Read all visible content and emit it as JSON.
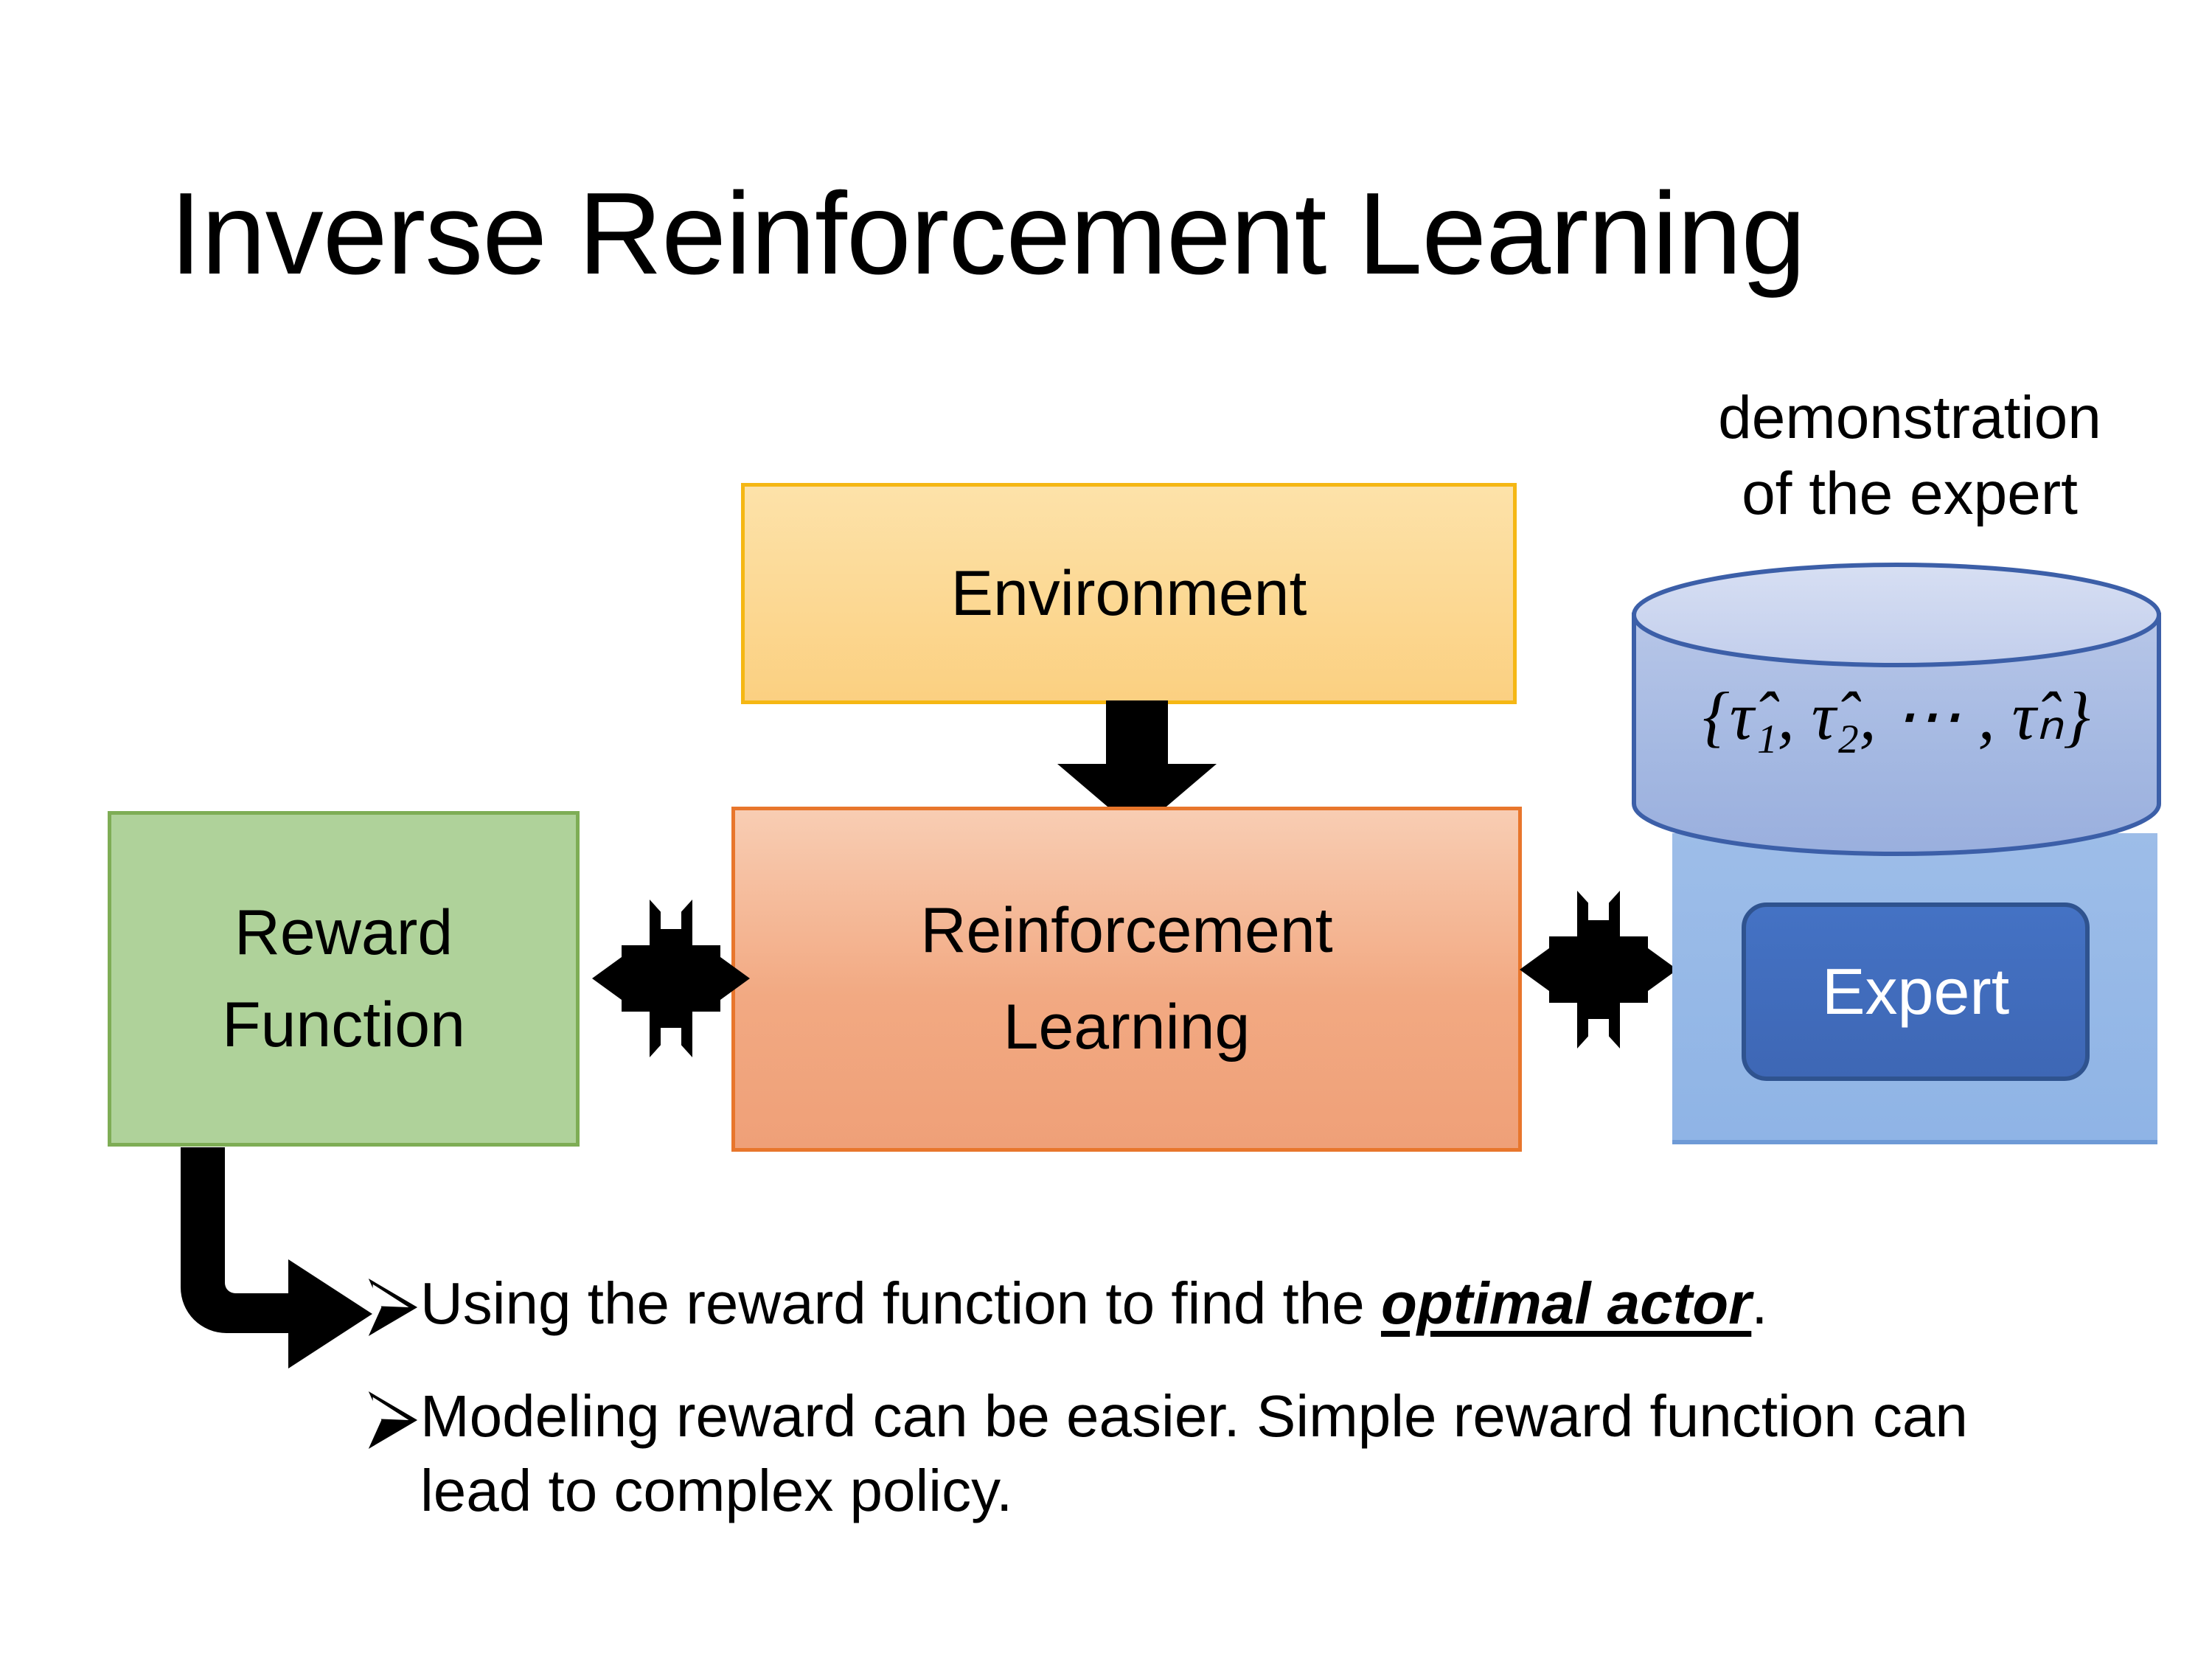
{
  "slide": {
    "title": "Inverse Reinforcement Learning",
    "background_color": "#FFFFFF"
  },
  "diagram": {
    "caption": {
      "line1": "demonstration",
      "line2": "of the expert"
    },
    "nodes": {
      "environment": {
        "label": "Environment",
        "fill_color": "#FBD081",
        "border_color": "#F5B714"
      },
      "reinforcement_learning": {
        "label_line1": "Reinforcement",
        "label_line2": "Learning",
        "fill_color": "#F2A982",
        "border_color": "#E8762C"
      },
      "reward_function": {
        "label_line1": "Reward",
        "label_line2": "Function",
        "fill_color": "#AFD29A",
        "border_color": "#7EAD55"
      },
      "expert": {
        "label": "Expert",
        "fill_color": "#4472C4",
        "border_color": "#2F538F",
        "text_color": "#FFFFFF"
      },
      "demonstration_store": {
        "label": "{τ̂₁, τ̂₂, ⋯ , τ̂ₙ}",
        "body_color": "#A9BCE4",
        "top_color": "#CBD6EF",
        "stroke_color": "#3C5FA8"
      },
      "expert_container": {
        "fill_color": "#92B6E4"
      }
    },
    "connectors": [
      {
        "name": "environment-to-rl",
        "kind": "down-arrow",
        "color": "#000000"
      },
      {
        "name": "reward-function-to-rl",
        "kind": "quad-double-arrow",
        "color": "#000000"
      },
      {
        "name": "rl-to-expert",
        "kind": "quad-double-arrow",
        "color": "#000000"
      },
      {
        "name": "reward-function-to-notes",
        "kind": "elbow-arrow",
        "color": "#000000"
      }
    ]
  },
  "bullets": [
    {
      "marker": "arrowhead-bullet",
      "prefix": "Using the reward function to find the ",
      "emphasis": "optimal actor",
      "suffix": "."
    },
    {
      "marker": "arrowhead-bullet",
      "prefix": "Modeling reward can be easier. Simple reward function can lead to complex policy.",
      "emphasis": "",
      "suffix": ""
    }
  ]
}
